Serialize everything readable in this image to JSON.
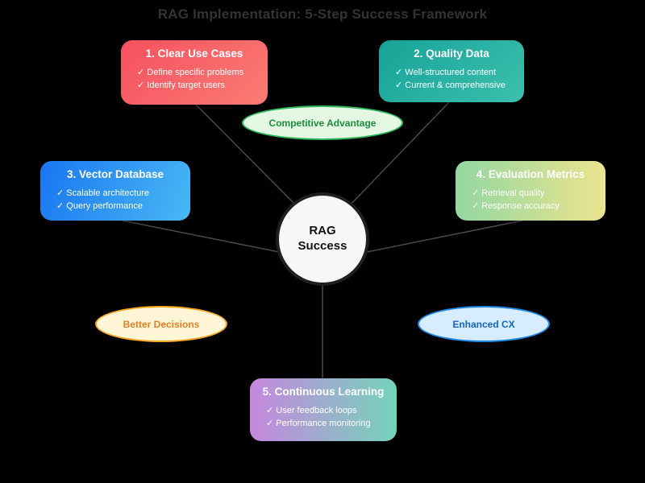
{
  "title": "RAG Implementation: 5-Step Success Framework",
  "center": {
    "label_line1": "RAG",
    "label_line2": "Success"
  },
  "steps": [
    {
      "title": "1. Clear Use Cases",
      "items": [
        "✓ Define specific problems",
        "✓ Identify target users"
      ],
      "gradient": [
        "#f5515f",
        "#fb7b74"
      ]
    },
    {
      "title": "2. Quality Data",
      "items": [
        "✓ Well-structured content",
        "✓ Current & comprehensive"
      ],
      "gradient": [
        "#17a398",
        "#3cbfae"
      ]
    },
    {
      "title": "3. Vector Database",
      "items": [
        "✓ Scalable architecture",
        "✓ Query performance"
      ],
      "gradient": [
        "#1976f2",
        "#49b8f5"
      ]
    },
    {
      "title": "4. Evaluation Metrics",
      "items": [
        "✓ Retrieval quality",
        "✓ Response accuracy"
      ],
      "gradient": [
        "#93d7a2",
        "#ece48e"
      ]
    },
    {
      "title": "5. Continuous Learning",
      "items": [
        "✓ User feedback loops",
        "✓ Performance monitoring"
      ],
      "gradient": [
        "#c687df",
        "#74d3ba"
      ]
    }
  ],
  "benefits": [
    {
      "label": "Competitive Advantage",
      "fill": "#e3f7e3",
      "border_color": "#2eb85c",
      "text_color": "#1e8e3e"
    },
    {
      "label": "Better Decisions",
      "fill": "#fff6d8",
      "border_color": "#f5a623",
      "text_color": "#e67e22"
    },
    {
      "label": "Enhanced CX",
      "fill": "#d8ecff",
      "border_color": "#1e88e5",
      "text_color": "#1565c0"
    }
  ],
  "colors": {
    "background": "#000000",
    "title_text": "#333333",
    "connector_line": "#4a4a4a",
    "center_fill": "#f7f7f7",
    "center_border": "#1f1f1f"
  }
}
